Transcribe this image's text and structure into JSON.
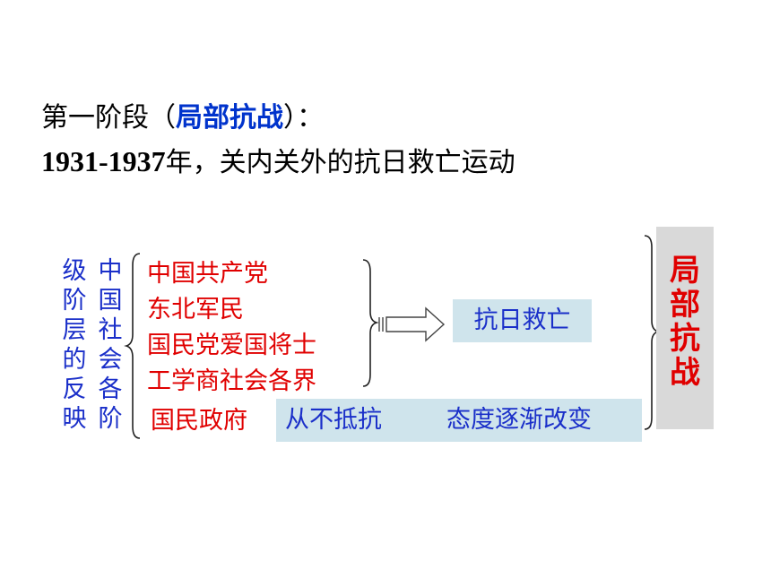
{
  "title": {
    "line1_prefix": "第一阶段（",
    "line1_highlight": "局部抗战",
    "line1_suffix": "）：",
    "line2_years": "1931-1937",
    "line2_rest": "年，关内关外的抗日救亡运动"
  },
  "left_label": {
    "col_right": "中国社会各阶",
    "col_left": "级阶层的反映"
  },
  "groups": [
    "中国共产党",
    "东北军民",
    "国民党爱国将士",
    "工学商社会各界"
  ],
  "result": "抗日救亡",
  "government": {
    "name": "国民政府",
    "before": "从不抵抗",
    "after": "态度逐渐改变"
  },
  "summary": "局部抗战",
  "colors": {
    "blue_text": "#1a2fc9",
    "red_text": "#e00000",
    "box_fill": "#cfe4ec",
    "summary_fill": "#d9d9d9"
  }
}
